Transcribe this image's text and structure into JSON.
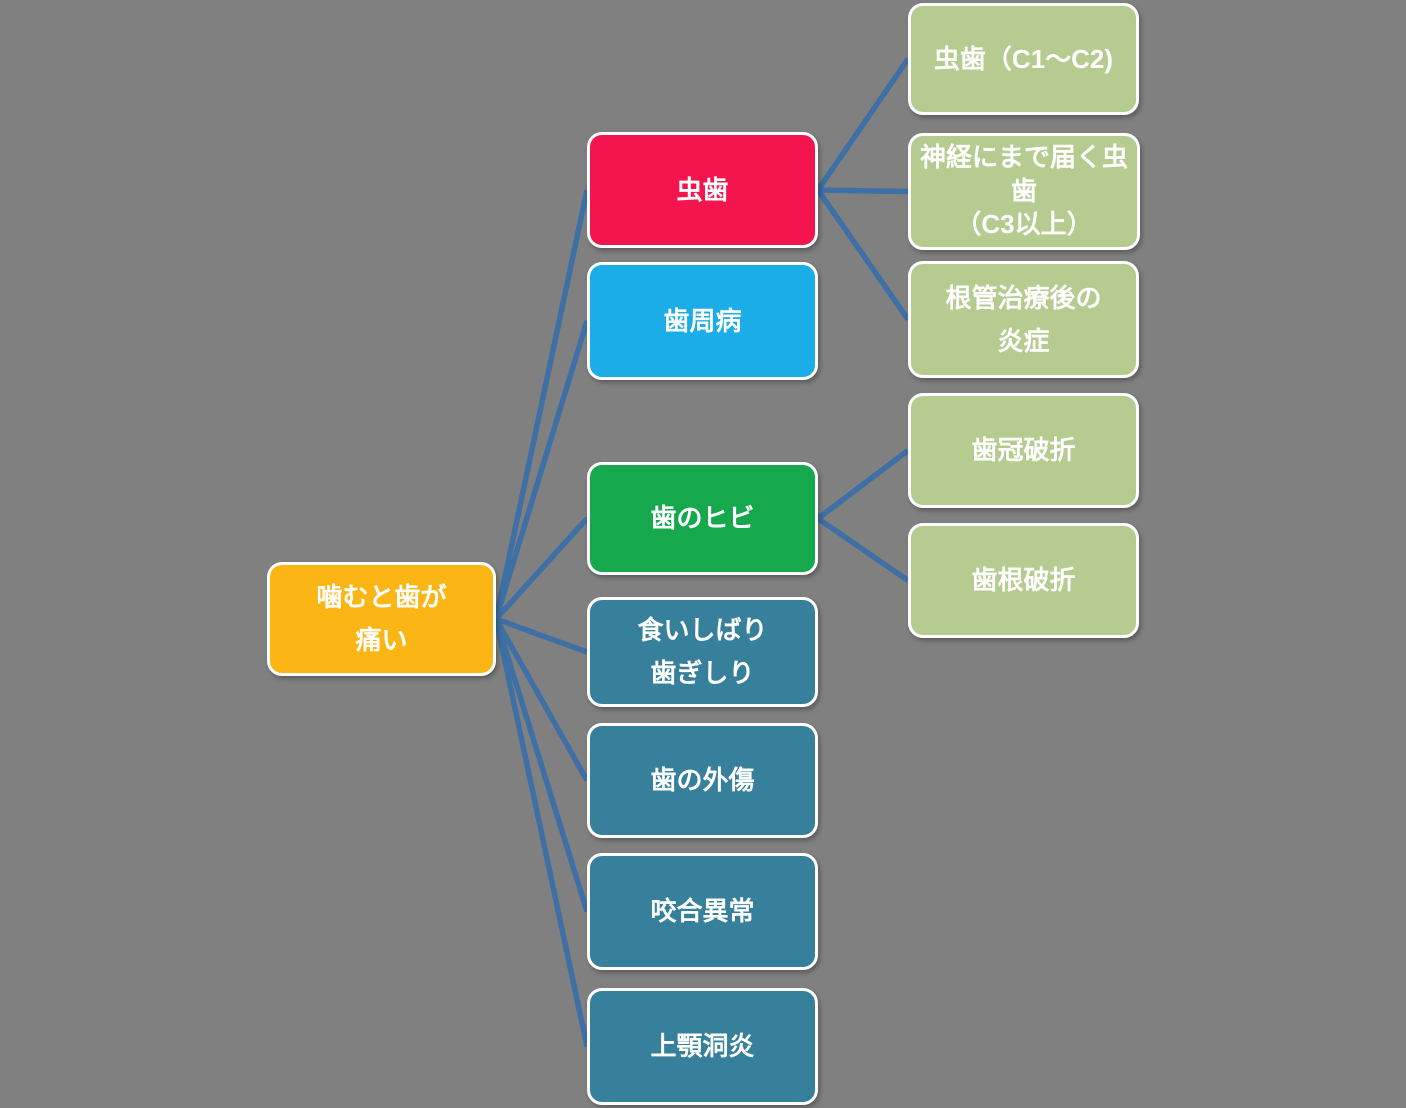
{
  "diagram": {
    "background_color": "#808080",
    "connector_color": "#3E6FA5",
    "connector_width": 5.5,
    "nodes": {
      "root": {
        "label": "噛むと歯が\n痛い",
        "color": "#FBB615"
      },
      "mushiba": {
        "label": "虫歯",
        "color": "#F5154E"
      },
      "shishubyo": {
        "label": "歯周病",
        "color": "#1AADE7"
      },
      "hanohibi": {
        "label": "歯のヒビ",
        "color": "#16A84D"
      },
      "kuishibari": {
        "label": "食いしばり\n歯ぎしり",
        "color": "#37809B"
      },
      "hanogaisho": {
        "label": "歯の外傷",
        "color": "#37809B"
      },
      "kogoijo": {
        "label": "咬合異常",
        "color": "#37809B"
      },
      "jogakudoen": {
        "label": "上顎洞炎",
        "color": "#37809B"
      },
      "c1c2": {
        "label": "虫歯（C1～C2)",
        "color": "#B6CB90"
      },
      "shinkei": {
        "label": "神経にまで届く虫歯\n（C3以上）",
        "color": "#B6CB90"
      },
      "konkan": {
        "label": "根管治療後の\n炎症",
        "color": "#B6CB90"
      },
      "shikan": {
        "label": "歯冠破折",
        "color": "#B6CB90"
      },
      "shikon": {
        "label": "歯根破折",
        "color": "#B6CB90"
      }
    },
    "edges": [
      [
        "root",
        "mushiba"
      ],
      [
        "root",
        "shishubyo"
      ],
      [
        "root",
        "hanohibi"
      ],
      [
        "root",
        "kuishibari"
      ],
      [
        "root",
        "hanogaisho"
      ],
      [
        "root",
        "kogoijo"
      ],
      [
        "root",
        "jogakudoen"
      ],
      [
        "mushiba",
        "c1c2"
      ],
      [
        "mushiba",
        "shinkei"
      ],
      [
        "mushiba",
        "konkan"
      ],
      [
        "hanohibi",
        "shikan"
      ],
      [
        "hanohibi",
        "shikon"
      ]
    ]
  }
}
